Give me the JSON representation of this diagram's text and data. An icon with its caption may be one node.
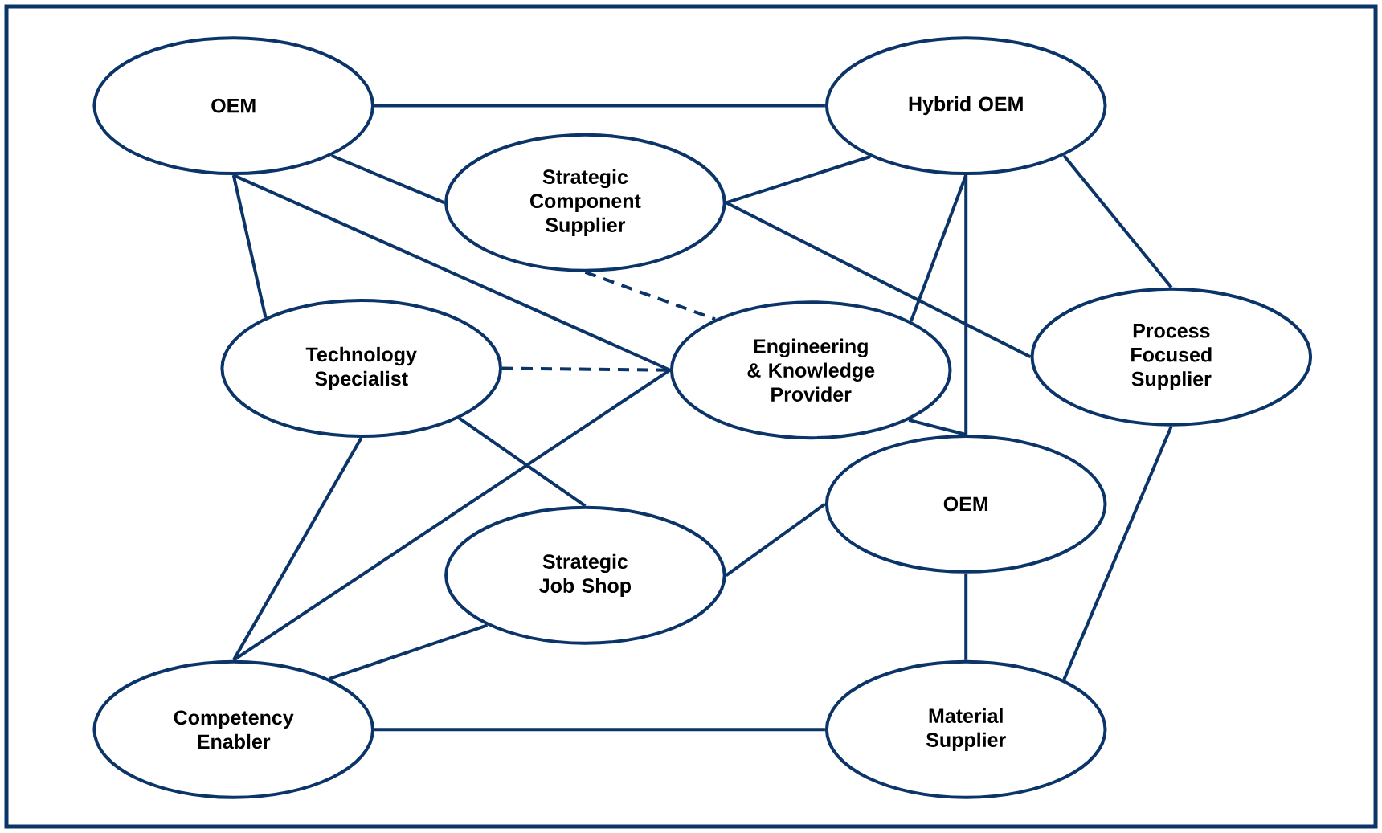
{
  "diagram": {
    "nodes": [
      {
        "text": [
          "OEM"
        ]
      },
      {
        "text": [
          "Hybrid OEM"
        ]
      },
      {
        "text": [
          "Strategic Component Supplier"
        ]
      },
      {
        "text": [
          "Technology Specialist"
        ]
      },
      {
        "text": [
          "Engineering & Knowledge Provider"
        ]
      },
      {
        "text": [
          "Process Focused Supplier"
        ]
      },
      {
        "text": [
          "OEM"
        ]
      },
      {
        "text": [
          "Strategic Job Shop"
        ]
      },
      {
        "text": [
          "Competency Enabler"
        ]
      },
      {
        "text": [
          "Material Supplier"
        ]
      }
    ],
    "edges": [
      {
        "from": 0,
        "to": 1,
        "arrow": "none"
      },
      {
        "from": 0,
        "to": 2,
        "arrow": "none"
      },
      {
        "from": 0,
        "to": 3,
        "arrow": "none"
      },
      {
        "from": 0,
        "to": 4,
        "arrow": "none"
      },
      {
        "from": 1,
        "to": 2,
        "arrow": "none"
      },
      {
        "from": 1,
        "to": 4,
        "arrow": "none"
      },
      {
        "from": 1,
        "to": 6,
        "arrow": "none"
      },
      {
        "from": 1,
        "to": 5,
        "arrow": "none"
      },
      {
        "from": 2,
        "to": 5,
        "arrow": "none"
      },
      {
        "from": 2,
        "to": 4,
        "arrow": "none",
        "style": "dashed"
      },
      {
        "from": 3,
        "to": 4,
        "arrow": "none",
        "style": "dashed"
      },
      {
        "from": 3,
        "to": 7,
        "arrow": "none"
      },
      {
        "from": 3,
        "to": 8,
        "arrow": "none"
      },
      {
        "from": 4,
        "to": 8,
        "arrow": "none"
      },
      {
        "from": 4,
        "to": 6,
        "arrow": "none"
      },
      {
        "from": 7,
        "to": 6,
        "arrow": "none"
      },
      {
        "from": 7,
        "to": 8,
        "arrow": "none"
      },
      {
        "from": 8,
        "to": 9,
        "arrow": "none"
      },
      {
        "from": 6,
        "to": 9,
        "arrow": "none"
      },
      {
        "from": 5,
        "to": 9,
        "arrow": "none"
      }
    ]
  }
}
